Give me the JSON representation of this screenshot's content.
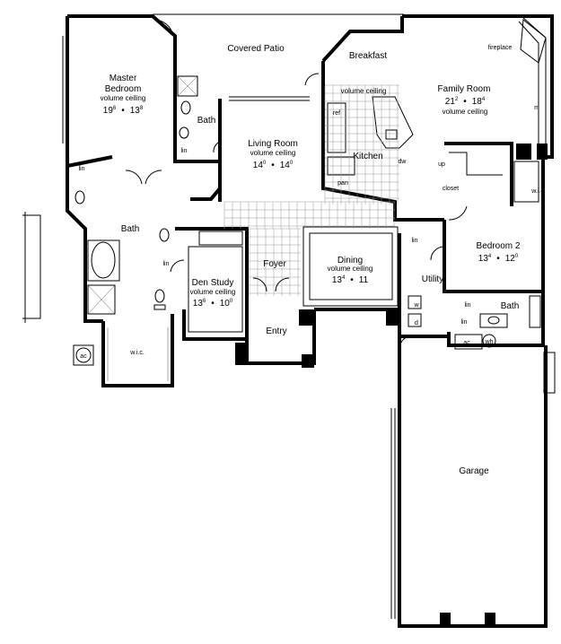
{
  "rooms": {
    "covered_patio": {
      "name": "Covered Patio"
    },
    "breakfast": {
      "name": "Breakfast"
    },
    "master_bedroom": {
      "line1": "Master",
      "line2": "Bedroom",
      "note": "volume ceiling",
      "w": "19",
      "wx": "6",
      "d": "13",
      "dx": "8"
    },
    "master_bath": {
      "name": "Bath"
    },
    "bath_upper": {
      "name": "Bath"
    },
    "lin_upper": {
      "name": "lin"
    },
    "living_room": {
      "name": "Living Room",
      "note": "volume ceiling",
      "w": "14",
      "wx": "0",
      "d": "14",
      "dx": "0"
    },
    "kitchen": {
      "name": "Kitchen"
    },
    "kitchen_note": {
      "name": "volume ceiling"
    },
    "ref": {
      "name": "ref"
    },
    "pan": {
      "name": "pan"
    },
    "dw": {
      "name": "dw"
    },
    "family_room": {
      "name": "Family Room",
      "note": "volume ceiling",
      "w": "21",
      "wx": "2",
      "d": "18",
      "dx": "4"
    },
    "fireplace": {
      "name": "fireplace"
    },
    "m": {
      "name": "m"
    },
    "up": {
      "name": "up"
    },
    "closet": {
      "name": "closet"
    },
    "wic_right": {
      "name": "w.i.c."
    },
    "bedroom2": {
      "name": "Bedroom 2",
      "w": "13",
      "wx": "4",
      "d": "12",
      "dx": "0"
    },
    "bath_right": {
      "name": "Bath"
    },
    "lin_right1": {
      "name": "lin"
    },
    "lin_right2": {
      "name": "lin"
    },
    "lin_bed2": {
      "name": "lin"
    },
    "den_study": {
      "name": "Den Study",
      "note": "volume ceiling",
      "w": "13",
      "wx": "6",
      "d": "10",
      "dx": "0"
    },
    "foyer": {
      "name": "Foyer"
    },
    "entry": {
      "name": "Entry"
    },
    "dining": {
      "name": "Dining",
      "note": "volume ceiling",
      "w": "13",
      "wx": "4",
      "d": "11",
      "dx": ""
    },
    "utility": {
      "name": "Utility"
    },
    "w": {
      "name": "w"
    },
    "d": {
      "name": "d"
    },
    "ac_right": {
      "name": "ac"
    },
    "wh": {
      "name": "wh"
    },
    "lin_left1": {
      "name": "lin"
    },
    "lin_left2": {
      "name": "lin"
    },
    "wic_left": {
      "name": "w.i.c."
    },
    "ac_left": {
      "name": "ac"
    },
    "garage": {
      "name": "Garage"
    }
  },
  "dim_separator": "•"
}
